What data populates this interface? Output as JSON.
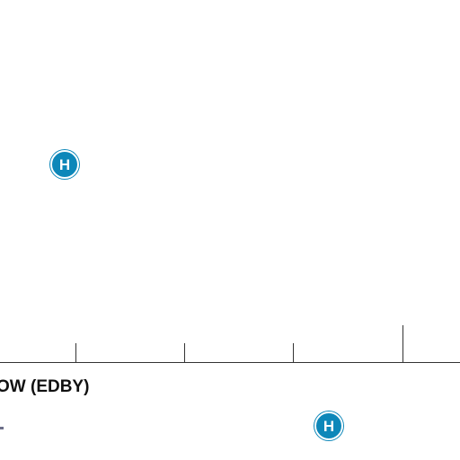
{
  "map": {
    "background": "#ffffff",
    "label": "OW (EDBY)",
    "markers": [
      {
        "icon": "helipad-icon",
        "glyph": "H",
        "color": "#0d87b9"
      },
      {
        "icon": "helipad-icon",
        "glyph": "H",
        "color": "#0d87b9"
      }
    ],
    "scale_bar": {
      "ticks": 5,
      "color": "#333333"
    },
    "legend_color": "#6d6f8a"
  }
}
